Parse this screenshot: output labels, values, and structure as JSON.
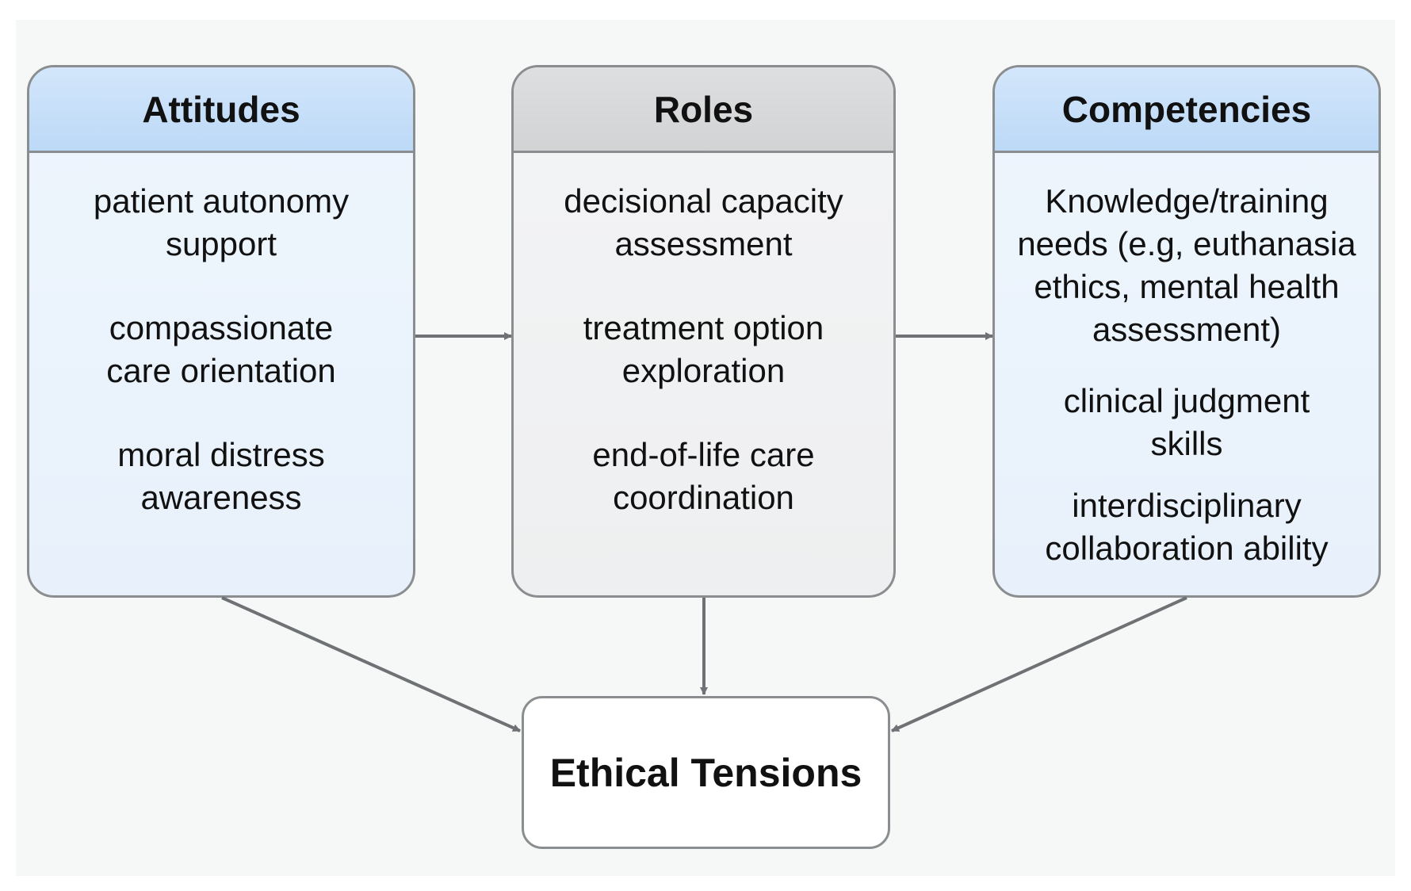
{
  "boxes": {
    "attitudes": {
      "title": "Attitudes",
      "items": [
        [
          "patient autonomy",
          "support"
        ],
        [
          "compassionate",
          "care orientation"
        ],
        [
          "moral distress",
          "awareness"
        ]
      ]
    },
    "roles": {
      "title": "Roles",
      "items": [
        [
          "decisional capacity",
          "assessment"
        ],
        [
          "treatment option",
          "exploration"
        ],
        [
          "end-of-life care",
          "coordination"
        ]
      ]
    },
    "competencies": {
      "title": "Competencies",
      "items": [
        [
          "Knowledge/training",
          "needs (e.g, euthanasia",
          "ethics, mental health",
          "assessment)"
        ],
        [
          "clinical judgment",
          "skills"
        ],
        [
          "interdisciplinary",
          "collaboration ability"
        ]
      ]
    }
  },
  "outcome": {
    "title": "Ethical Tensions"
  },
  "colors": {
    "header_blue": "#bcd9f7",
    "header_gray": "#d2d3d4",
    "border": "#8a8e91",
    "arrow": "#6e7275"
  }
}
